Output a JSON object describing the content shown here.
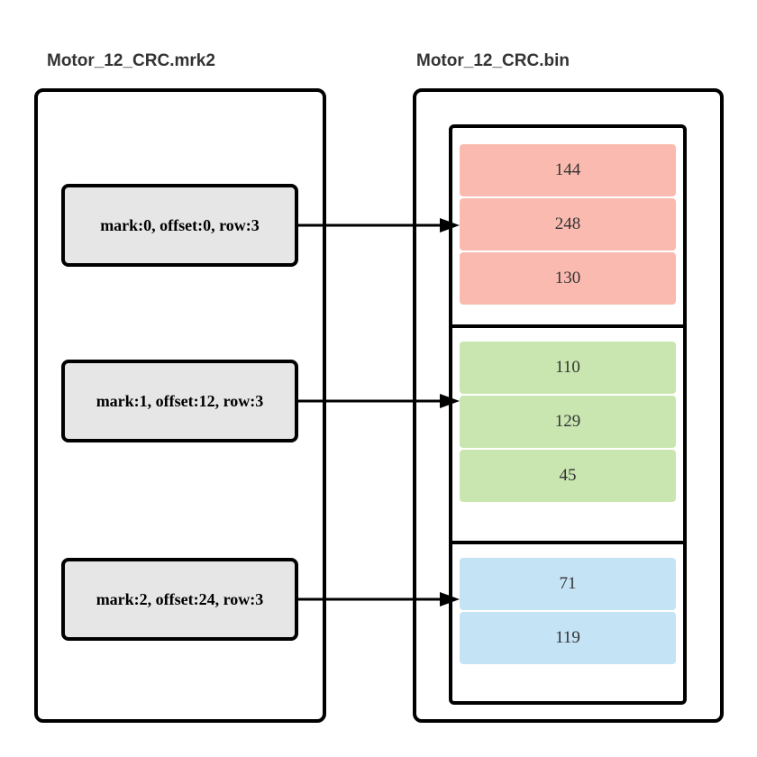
{
  "mrk_file": {
    "title": "Motor_12_CRC.mrk2"
  },
  "bin_file": {
    "title": "Motor_12_CRC.bin"
  },
  "marks": [
    {
      "label": "mark:0, offset:0, row:3"
    },
    {
      "label": "mark:1, offset:12, row:3"
    },
    {
      "label": "mark:2, offset:24, row:3"
    }
  ],
  "blocks": [
    {
      "color": "#fbbab0",
      "values": [
        "144",
        "248",
        "130"
      ]
    },
    {
      "color": "#c9e6b0",
      "values": [
        "110",
        "129",
        "45"
      ]
    },
    {
      "color": "#c4e3f5",
      "values": [
        "71",
        "119"
      ]
    }
  ]
}
